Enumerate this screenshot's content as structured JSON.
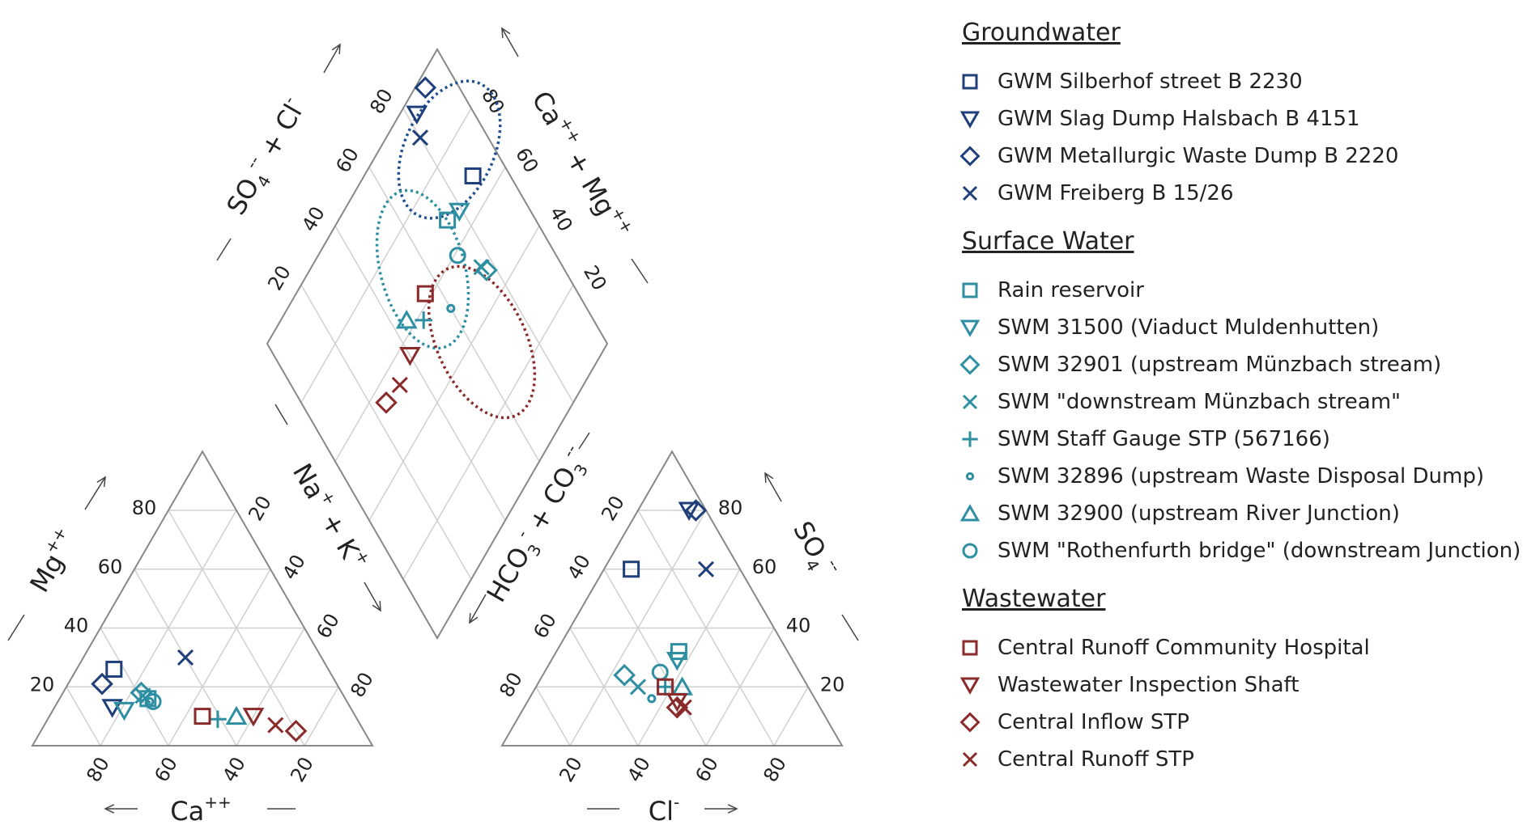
{
  "chart_data": {
    "type": "scatter",
    "subtype": "piper-diagram",
    "cation_ternary": {
      "axes": [
        "Ca++",
        "Mg++",
        "Na+ + K+"
      ],
      "tick_labels": [
        "20",
        "40",
        "60",
        "80"
      ]
    },
    "anion_ternary": {
      "axes": [
        "Cl-",
        "SO4--",
        "HCO3- + CO3--"
      ],
      "tick_labels": [
        "20",
        "40",
        "60",
        "80"
      ]
    },
    "diamond": {
      "axes": [
        "SO4-- + Cl-",
        "Ca++ + Mg++"
      ],
      "tick_labels": [
        "20",
        "40",
        "60",
        "80"
      ]
    },
    "series": [
      {
        "name": "GWM Silberhof street B 2230",
        "group": "Groundwater",
        "marker": "square",
        "color": "#1f3f7a",
        "cation": {
          "Ca": 63,
          "Mg": 26,
          "NaK": 11
        },
        "anion": {
          "Cl": 8,
          "SO4": 60,
          "HCO3": 32
        },
        "diamond": {
          "SO4Cl": 68,
          "CaMg": 89
        }
      },
      {
        "name": "GWM Slag Dump Halsbach B 4151",
        "group": "Groundwater",
        "marker": "triangle-down",
        "color": "#1f3f7a",
        "cation": {
          "Ca": 70,
          "Mg": 13,
          "NaK": 17
        },
        "anion": {
          "Cl": 15,
          "SO4": 80,
          "HCO3": 5
        },
        "diamond": {
          "SO4Cl": 95,
          "CaMg": 83
        }
      },
      {
        "name": "GWM Metallurgic Waste Dump B 2220",
        "group": "Groundwater",
        "marker": "diamond",
        "color": "#1f3f7a",
        "cation": {
          "Ca": 69,
          "Mg": 21,
          "NaK": 10
        },
        "anion": {
          "Cl": 17,
          "SO4": 80,
          "HCO3": 3
        },
        "diamond": {
          "SO4Cl": 97,
          "CaMg": 90
        }
      },
      {
        "name": "GWM Freiberg B 15/26",
        "group": "Groundwater",
        "marker": "x",
        "color": "#1f3f7a",
        "cation": {
          "Ca": 40,
          "Mg": 30,
          "NaK": 30
        },
        "anion": {
          "Cl": 30,
          "SO4": 60,
          "HCO3": 10
        },
        "diamond": {
          "SO4Cl": 90,
          "CaMg": 80
        }
      },
      {
        "name": "Rain reservoir",
        "group": "Surface Water",
        "marker": "square",
        "color": "#2e8fa3",
        "cation": {
          "Ca": 58,
          "Mg": 16,
          "NaK": 26
        },
        "anion": {
          "Cl": 36,
          "SO4": 32,
          "HCO3": 32
        },
        "diamond": {
          "SO4Cl": 68,
          "CaMg": 74
        }
      },
      {
        "name": "SWM 31500 (Viaduct Muldenhutten)",
        "group": "Surface Water",
        "marker": "triangle-down",
        "color": "#2e8fa3",
        "cation": {
          "Ca": 67,
          "Mg": 12,
          "NaK": 21
        },
        "anion": {
          "Cl": 37,
          "SO4": 29,
          "HCO3": 34
        },
        "diamond": {
          "SO4Cl": 66,
          "CaMg": 79
        }
      },
      {
        "name": "SWM 32901 (upstream Münzbach stream)",
        "group": "Surface Water",
        "marker": "diamond",
        "color": "#2e8fa3",
        "cation": {
          "Ca": 59,
          "Mg": 18,
          "NaK": 23
        },
        "anion": {
          "Cl": 24,
          "SO4": 24,
          "HCO3": 52
        },
        "diamond": {
          "SO4Cl": 48,
          "CaMg": 77
        }
      },
      {
        "name": "SWM \"downstream Münzbach stream\"",
        "group": "Surface Water",
        "marker": "x",
        "color": "#2e8fa3",
        "cation": {
          "Ca": 59,
          "Mg": 17,
          "NaK": 24
        },
        "anion": {
          "Cl": 30,
          "SO4": 20,
          "HCO3": 50
        },
        "diamond": {
          "SO4Cl": 50,
          "CaMg": 76
        }
      },
      {
        "name": "SWM Staff Gauge STP (567166)",
        "group": "Surface Water",
        "marker": "plus",
        "color": "#2e8fa3",
        "cation": {
          "Ca": 41,
          "Mg": 9,
          "NaK": 50
        },
        "anion": {
          "Cl": 38,
          "SO4": 20,
          "HCO3": 42
        },
        "diamond": {
          "SO4Cl": 58,
          "CaMg": 50
        }
      },
      {
        "name": "SWM 32896 (upstream Waste Disposal Dump)",
        "group": "Surface Water",
        "marker": "dot",
        "color": "#2e8fa3",
        "cation": {
          "Ca": 58,
          "Mg": 15,
          "NaK": 27
        },
        "anion": {
          "Cl": 36,
          "SO4": 16,
          "HCO3": 48
        },
        "diamond": {
          "SO4Cl": 52,
          "CaMg": 60
        }
      },
      {
        "name": "SWM 32900 (upstream River Junction)",
        "group": "Surface Water",
        "marker": "triangle-up",
        "color": "#2e8fa3",
        "cation": {
          "Ca": 35,
          "Mg": 10,
          "NaK": 55
        },
        "anion": {
          "Cl": 43,
          "SO4": 20,
          "HCO3": 37
        },
        "diamond": {
          "SO4Cl": 63,
          "CaMg": 45
        }
      },
      {
        "name": "SWM \"Rothenfurth bridge\" (downstream Junction)",
        "group": "Surface Water",
        "marker": "circle",
        "color": "#2e8fa3",
        "cation": {
          "Ca": 57,
          "Mg": 15,
          "NaK": 28
        },
        "anion": {
          "Cl": 34,
          "SO4": 25,
          "HCO3": 41
        },
        "diamond": {
          "SO4Cl": 59,
          "CaMg": 71
        }
      },
      {
        "name": "Central Runoff Community Hospital",
        "group": "Wastewater",
        "marker": "square",
        "color": "#8b2a2a",
        "cation": {
          "Ca": 45,
          "Mg": 10,
          "NaK": 45
        },
        "anion": {
          "Cl": 38,
          "SO4": 20,
          "HCO3": 42
        },
        "diamond": {
          "SO4Cl": 62,
          "CaMg": 55
        }
      },
      {
        "name": "Wastewater Inspection Shaft",
        "group": "Wastewater",
        "marker": "triangle-down",
        "color": "#8b2a2a",
        "cation": {
          "Ca": 30,
          "Mg": 10,
          "NaK": 60
        },
        "anion": {
          "Cl": 44,
          "SO4": 15,
          "HCO3": 41
        },
        "diamond": {
          "SO4Cl": 56,
          "CaMg": 40
        }
      },
      {
        "name": "Central Inflow STP",
        "group": "Wastewater",
        "marker": "diamond",
        "color": "#8b2a2a",
        "cation": {
          "Ca": 20,
          "Mg": 5,
          "NaK": 75
        },
        "anion": {
          "Cl": 45,
          "SO4": 13,
          "HCO3": 42
        },
        "diamond": {
          "SO4Cl": 55,
          "CaMg": 25
        }
      },
      {
        "name": "Central Runoff STP",
        "group": "Wastewater",
        "marker": "x",
        "color": "#8b2a2a",
        "cation": {
          "Ca": 25,
          "Mg": 7,
          "NaK": 68
        },
        "anion": {
          "Cl": 47,
          "SO4": 13,
          "HCO3": 40
        },
        "diamond": {
          "SO4Cl": 54,
          "CaMg": 32
        }
      }
    ],
    "cluster_ellipses": [
      {
        "group": "Groundwater",
        "color": "#1f4f8f"
      },
      {
        "group": "Surface Water",
        "color": "#2e8fa3"
      },
      {
        "group": "Wastewater",
        "color": "#8b2a2a"
      }
    ],
    "legend_position": "right",
    "grid": true
  },
  "legend": {
    "groups": [
      {
        "title": "Groundwater",
        "color": "#1f3f7a",
        "items": [
          {
            "label": "GWM Silberhof street B 2230",
            "marker": "square"
          },
          {
            "label": "GWM Slag Dump Halsbach B 4151",
            "marker": "triangle-down"
          },
          {
            "label": "GWM Metallurgic Waste Dump B 2220",
            "marker": "diamond"
          },
          {
            "label": "GWM Freiberg B 15/26",
            "marker": "x"
          }
        ]
      },
      {
        "title": "Surface Water",
        "color": "#2e8fa3",
        "items": [
          {
            "label": "Rain reservoir",
            "marker": "square"
          },
          {
            "label": "SWM 31500 (Viaduct Muldenhutten)",
            "marker": "triangle-down"
          },
          {
            "label": "SWM 32901 (upstream Münzbach stream)",
            "marker": "diamond"
          },
          {
            "label": "SWM \"downstream Münzbach stream\"",
            "marker": "x"
          },
          {
            "label": "SWM Staff Gauge STP (567166)",
            "marker": "plus"
          },
          {
            "label": "SWM 32896 (upstream Waste Disposal Dump)",
            "marker": "dot"
          },
          {
            "label": "SWM 32900 (upstream River Junction)",
            "marker": "triangle-up"
          },
          {
            "label": "SWM \"Rothenfurth bridge\" (downstream Junction)",
            "marker": "circle"
          }
        ]
      },
      {
        "title": "Wastewater",
        "color": "#8b2a2a",
        "items": [
          {
            "label": "Central Runoff Community Hospital",
            "marker": "square"
          },
          {
            "label": "Wastewater Inspection Shaft",
            "marker": "triangle-down"
          },
          {
            "label": "Central Inflow STP",
            "marker": "diamond"
          },
          {
            "label": "Central Runoff STP",
            "marker": "x"
          }
        ]
      }
    ]
  }
}
